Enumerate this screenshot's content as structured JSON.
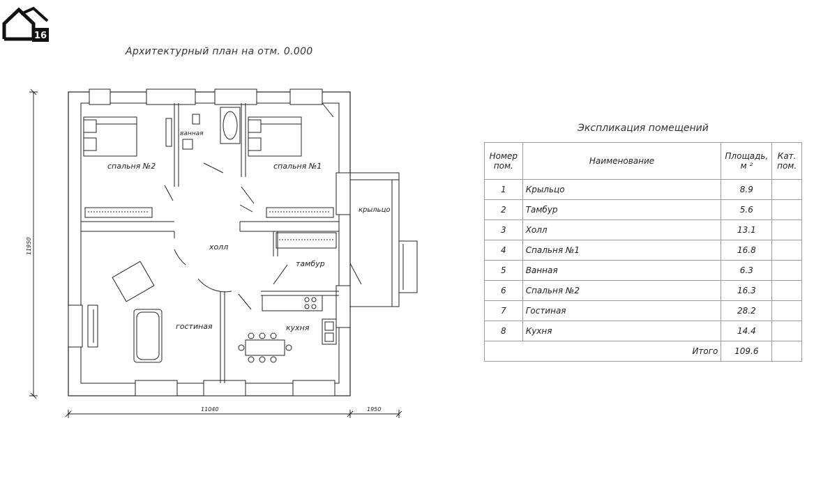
{
  "logo": {
    "badge": "16"
  },
  "plan": {
    "title": "Архитектурный план на отм. 0.000",
    "rooms": {
      "bedroom2": "спальня №2",
      "bathroom": "ванная",
      "bedroom1": "спальня №1",
      "porch": "крыльцо",
      "hall": "холл",
      "vestibule": "тамбур",
      "living": "гостиная",
      "kitchen": "кухня"
    },
    "dimensions": {
      "height": "11950",
      "width": "11040",
      "porch_width": "1950"
    }
  },
  "explication": {
    "title": "Экспликация помещений",
    "headers": {
      "number_line1": "Номер",
      "number_line2": "пом.",
      "name": "Наименование",
      "area_line1": "Площадь,",
      "area_line2": "м ²",
      "cat_line1": "Кат.",
      "cat_line2": "пом."
    },
    "rows": [
      {
        "num": "1",
        "name": "Крыльцо",
        "area": "8.9",
        "cat": ""
      },
      {
        "num": "2",
        "name": "Тамбур",
        "area": "5.6",
        "cat": ""
      },
      {
        "num": "3",
        "name": "Холл",
        "area": "13.1",
        "cat": ""
      },
      {
        "num": "4",
        "name": "Спальня №1",
        "area": "16.8",
        "cat": ""
      },
      {
        "num": "5",
        "name": "Ванная",
        "area": "6.3",
        "cat": ""
      },
      {
        "num": "6",
        "name": "Спальня №2",
        "area": "16.3",
        "cat": ""
      },
      {
        "num": "7",
        "name": "Гостиная",
        "area": "28.2",
        "cat": ""
      },
      {
        "num": "8",
        "name": "Кухня",
        "area": "14.4",
        "cat": ""
      }
    ],
    "total_label": "Итого",
    "total_area": "109.6"
  }
}
